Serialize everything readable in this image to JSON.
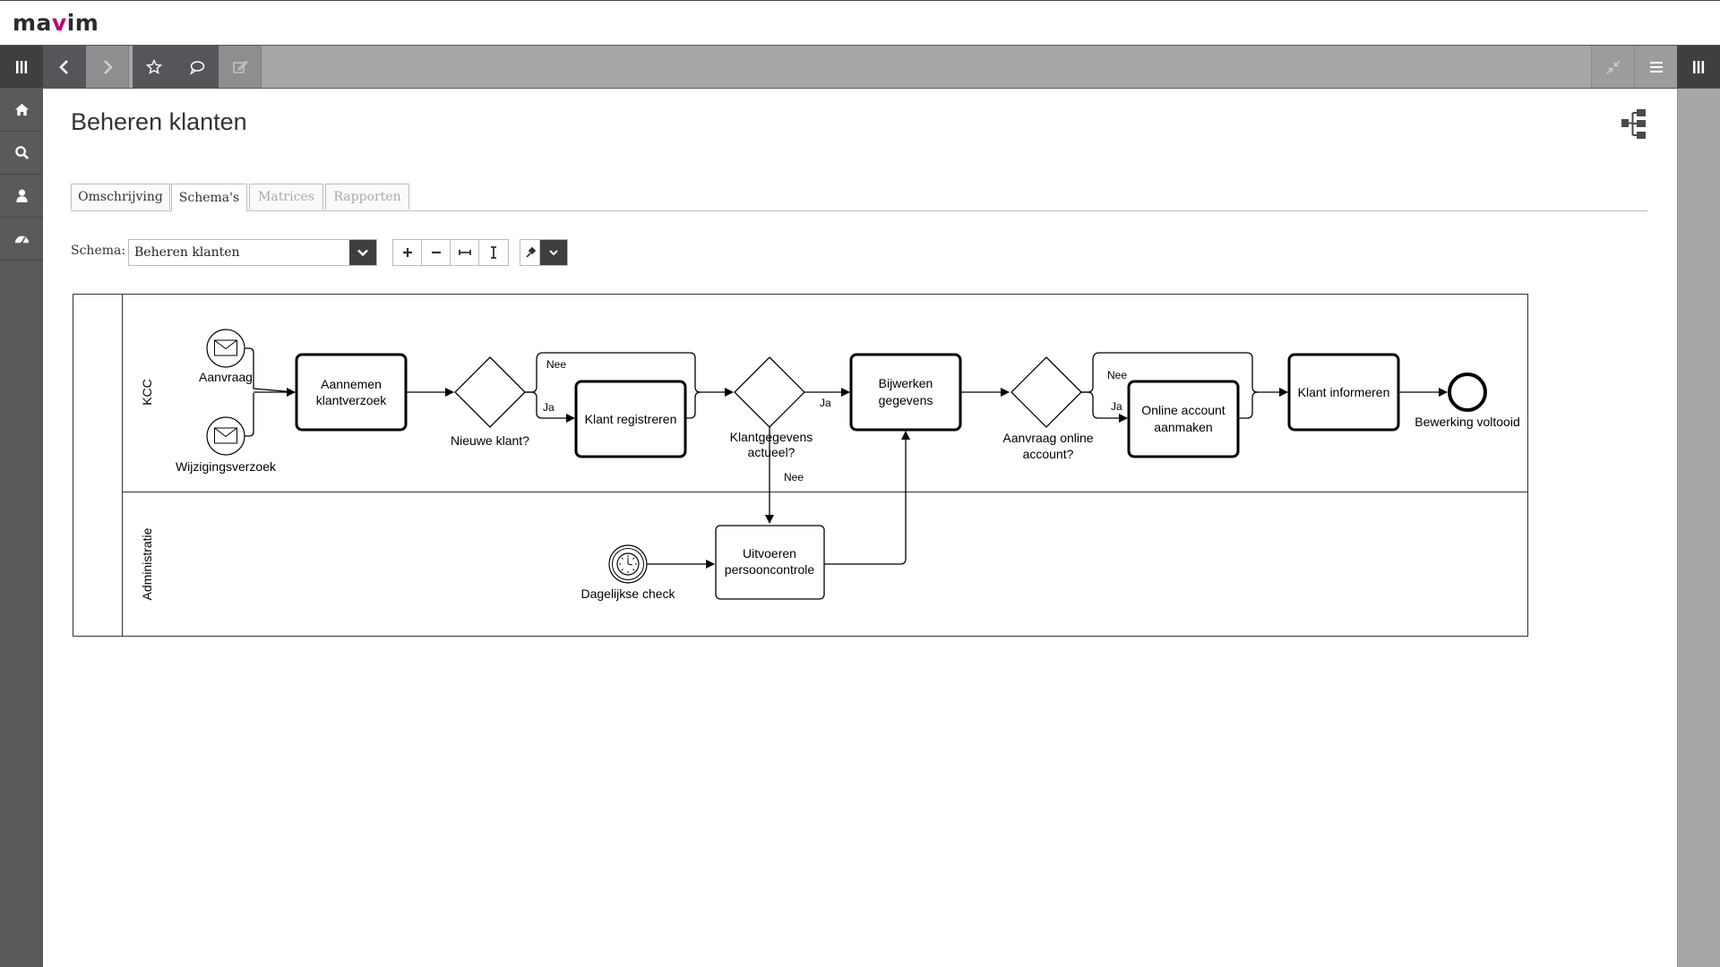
{
  "app": {
    "logo": "mavim"
  },
  "page": {
    "title": "Beheren klanten"
  },
  "tabs": [
    {
      "label": "Omschrijving",
      "state": "normal"
    },
    {
      "label": "Schema's",
      "state": "active"
    },
    {
      "label": "Matrices",
      "state": "disabled"
    },
    {
      "label": "Rapporten",
      "state": "disabled"
    }
  ],
  "schema": {
    "label": "Schema:",
    "selected": "Beheren klanten"
  },
  "lanes": [
    {
      "label": "KCC"
    },
    {
      "label": "Administratie"
    }
  ],
  "diagram": {
    "start_aanvraag": "Aanvraag",
    "start_wijziging": "Wijzigingsverzoek",
    "task_aannemen_1": "Aannemen",
    "task_aannemen_2": "klantverzoek",
    "gw_nieuw": "Nieuwe klant?",
    "flow_nee_1": "Nee",
    "flow_ja_1": "Ja",
    "task_registreren": "Klant registreren",
    "gw_actueel_1": "Klantgegevens",
    "gw_actueel_2": "actueel?",
    "flow_ja_2": "Ja",
    "flow_nee_2": "Nee",
    "task_bijwerken_1": "Bijwerken",
    "task_bijwerken_2": "gegevens",
    "gw_online_1": "Aanvraag online",
    "gw_online_2": "account?",
    "flow_nee_3": "Nee",
    "flow_ja_3": "Ja",
    "task_online_1": "Online account",
    "task_online_2": "aanmaken",
    "task_informeren": "Klant informeren",
    "end_label": "Bewerking voltooid",
    "timer_label": "Dagelijkse check",
    "task_persoon_1": "Uitvoeren",
    "task_persoon_2": "persooncontrole"
  },
  "icons": {
    "toolbar": [
      "menu-icon",
      "back-icon",
      "forward-icon",
      "star-icon",
      "comment-icon",
      "edit-icon",
      "collapse-icon",
      "list-icon",
      "panel-icon"
    ],
    "nav": [
      "home-icon",
      "search-icon",
      "user-icon",
      "dashboard-icon"
    ]
  },
  "colors": {
    "dark": "#3f3f42",
    "toolbar": "#a7a7a9",
    "sidebar": "#595a5c",
    "accent": "#c0006a"
  }
}
